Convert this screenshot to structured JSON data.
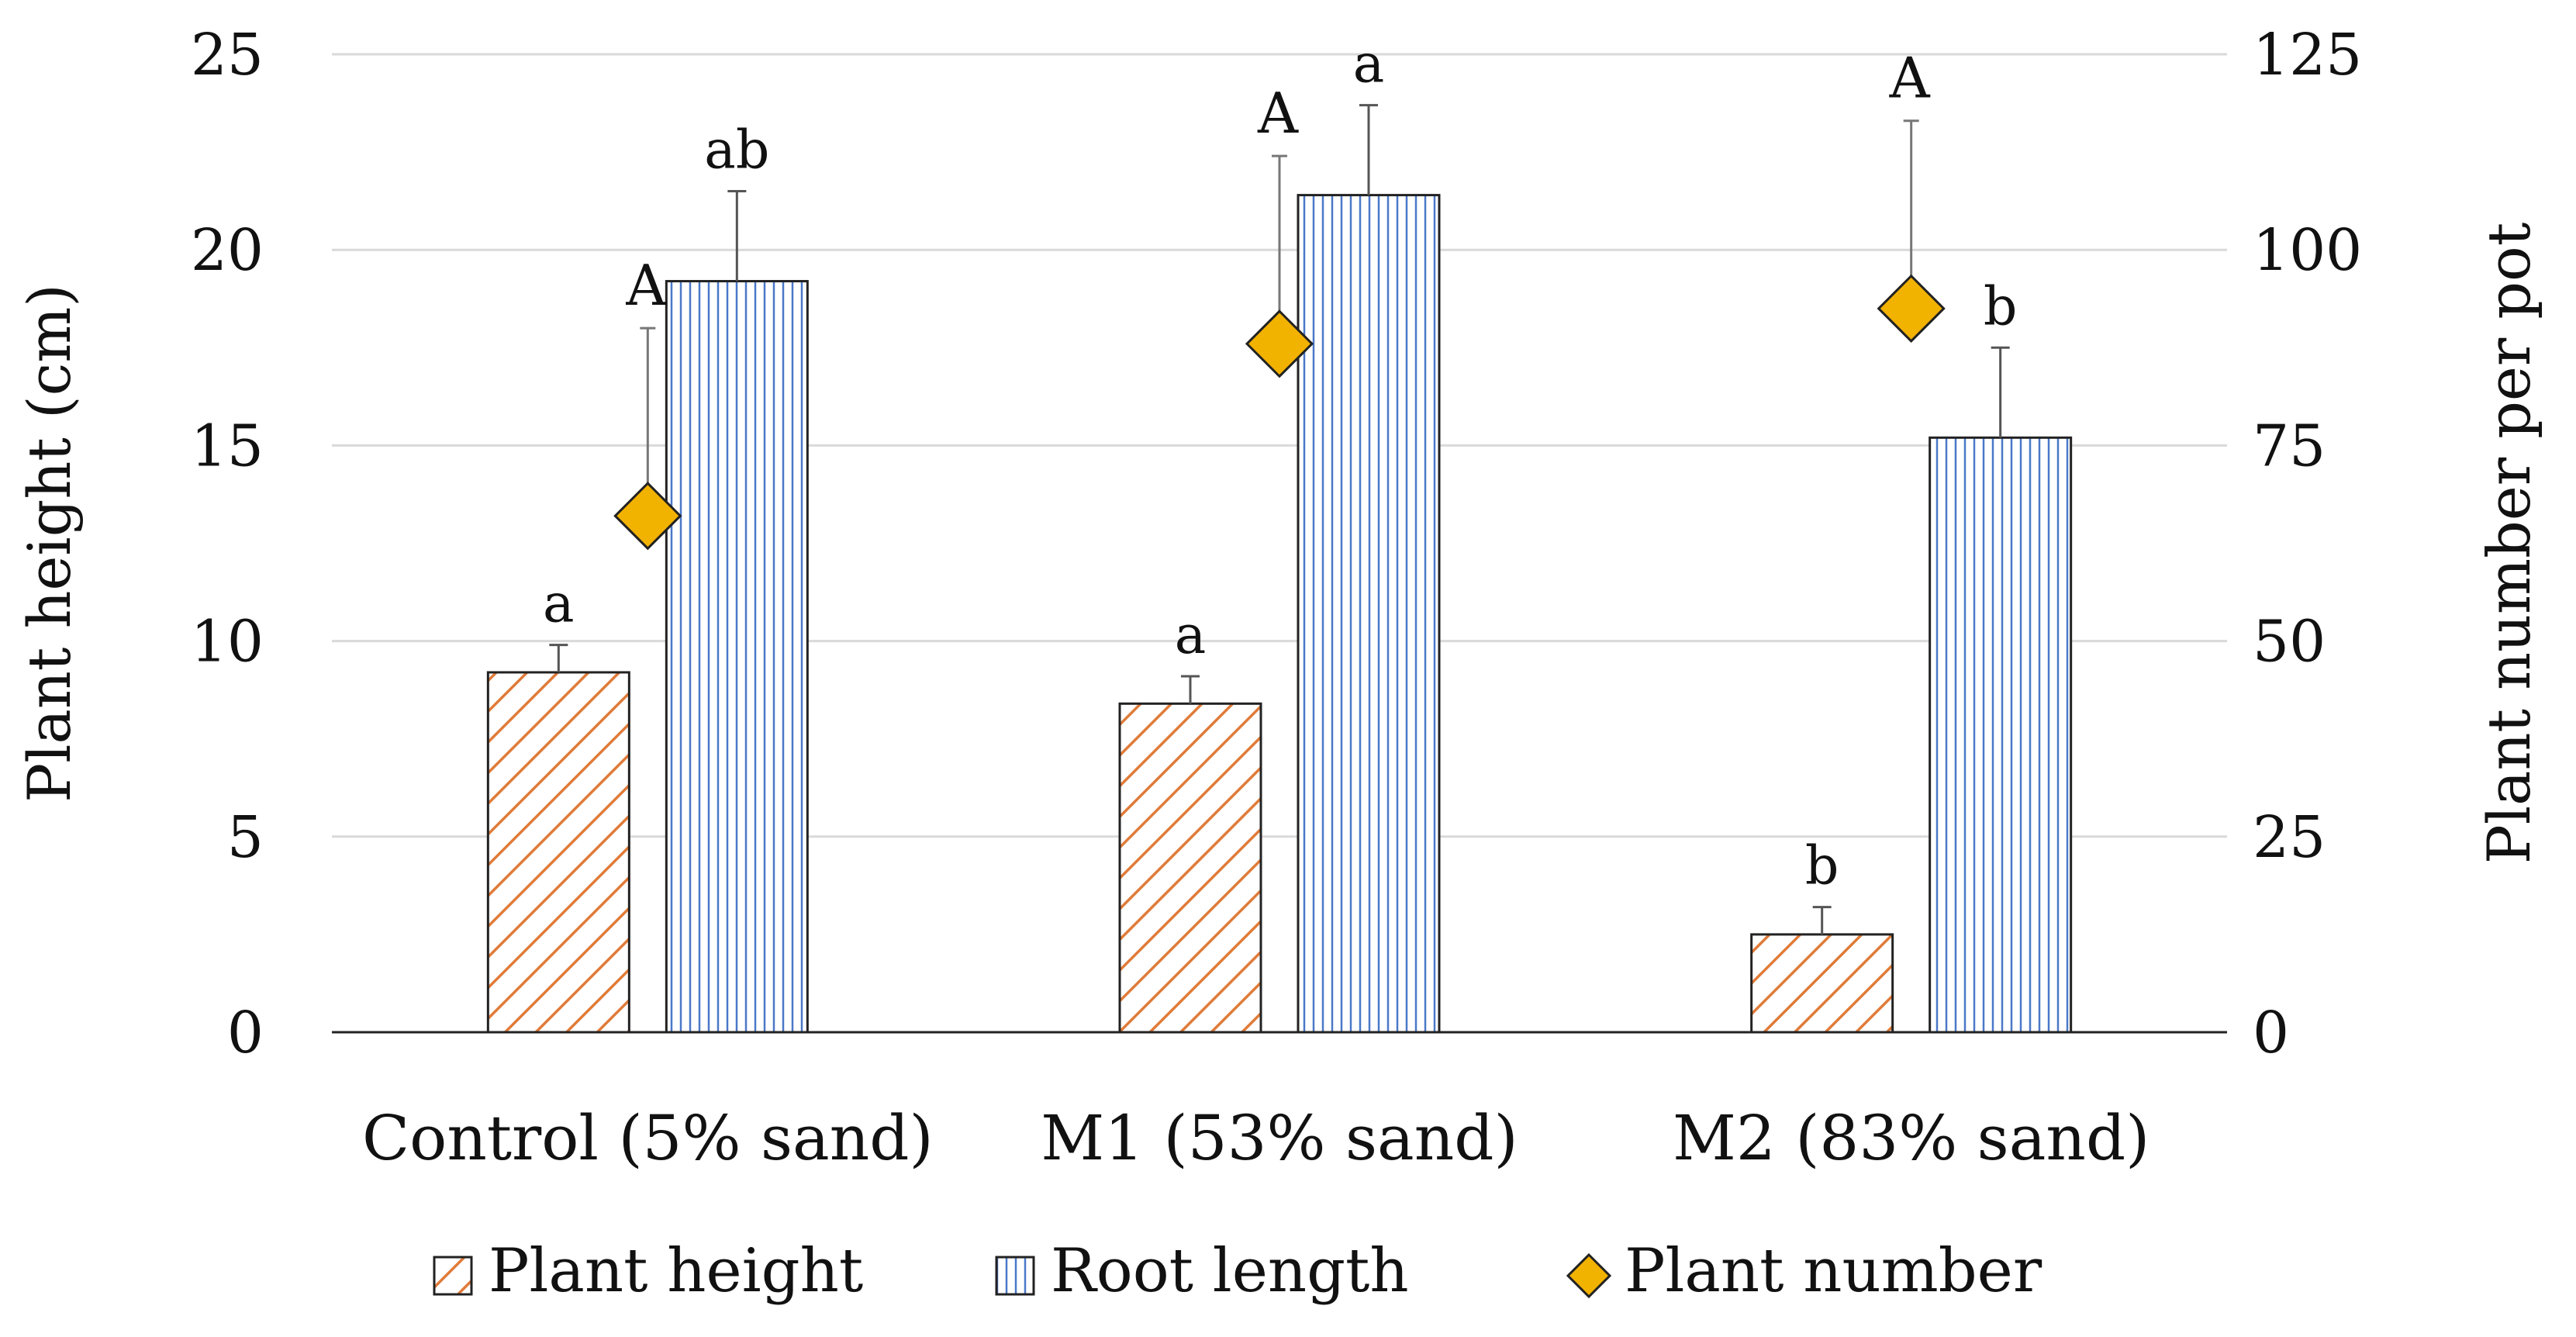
{
  "chart_data": {
    "type": "bar",
    "categories": [
      "Control (5% sand)",
      "M1 (53% sand)",
      "M2 (83% sand)"
    ],
    "left_axis": {
      "label": "Plant height (cm)",
      "range": [
        0,
        25
      ],
      "ticks": [
        "0",
        "5",
        "10",
        "15",
        "20",
        "25"
      ]
    },
    "right_axis": {
      "label": "Plant number per pot",
      "range": [
        0,
        125
      ],
      "ticks": [
        "0",
        "25",
        "50",
        "75",
        "100",
        "125"
      ]
    },
    "grid": true,
    "legend_position": "bottom",
    "series": [
      {
        "name": "Plant height",
        "kind": "bar",
        "axis": "left",
        "pattern": "diagonal-hatch",
        "color": "#E07B39",
        "values": [
          9.2,
          8.4,
          2.5
        ],
        "errors": [
          0.7,
          0.7,
          0.7
        ],
        "labels": [
          "a",
          "a",
          "b"
        ]
      },
      {
        "name": "Root length",
        "kind": "bar",
        "axis": "left",
        "pattern": "vertical-stripes",
        "color": "#4A78C8",
        "values": [
          19.2,
          21.4,
          15.2
        ],
        "errors": [
          2.3,
          2.3,
          2.3
        ],
        "labels": [
          "ab",
          "a",
          "b"
        ]
      },
      {
        "name": "Plant number",
        "kind": "scatter",
        "axis": "right",
        "marker": "diamond",
        "color": "#F2B200",
        "values": [
          66,
          88,
          92.5
        ],
        "errors": [
          24,
          24,
          24
        ],
        "labels": [
          "A",
          "A",
          "A"
        ]
      }
    ]
  }
}
